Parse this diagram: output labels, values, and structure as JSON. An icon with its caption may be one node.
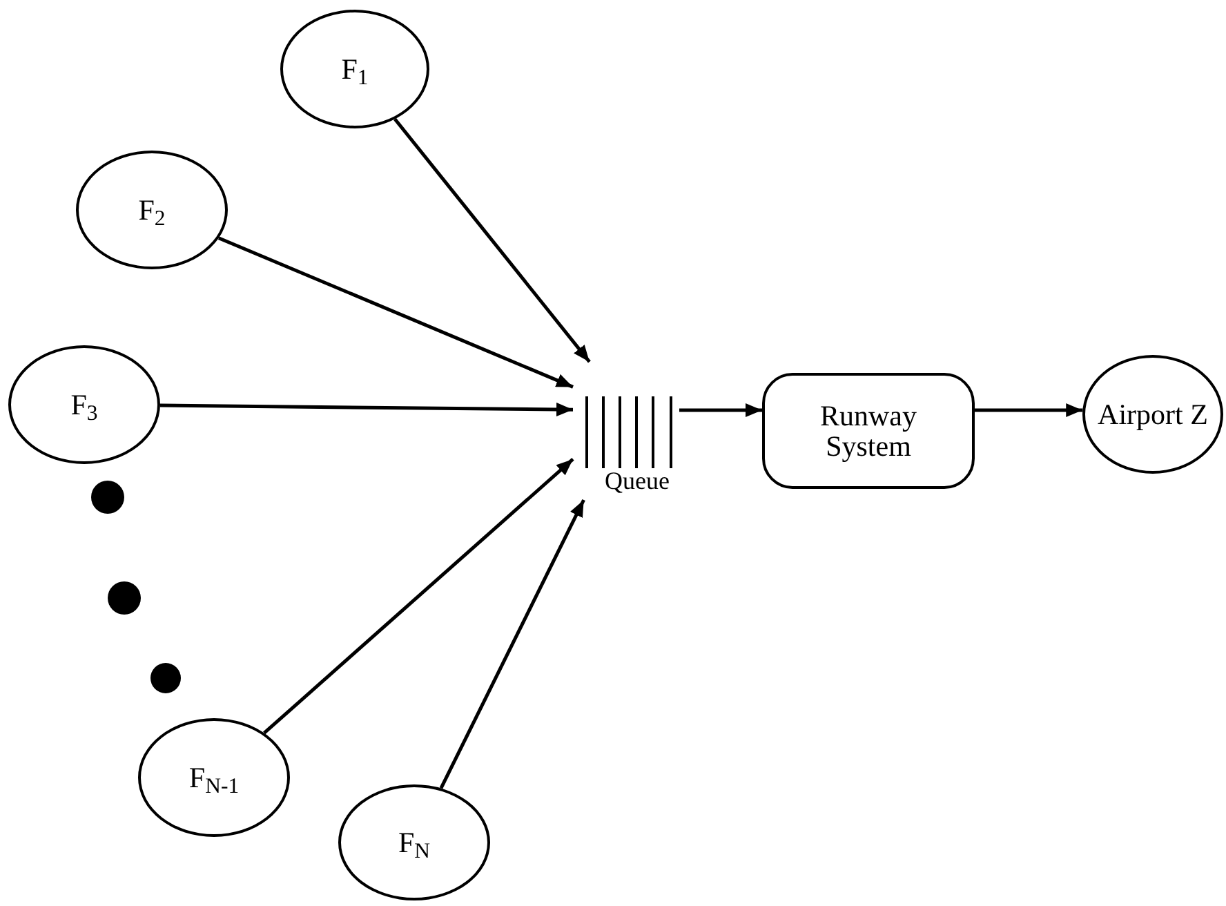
{
  "diagram": {
    "nodes": [
      {
        "text": [
          "F$_{1}$"
        ]
      },
      {
        "text": [
          "F$_{2}$"
        ]
      },
      {
        "text": [
          "F$_{3}$"
        ]
      },
      {
        "text": [
          "F$_{N-1}$"
        ]
      },
      {
        "text": [
          "F$_{N}$"
        ]
      },
      {
        "text": [
          "Queue"
        ]
      },
      {
        "text": [
          "Runway System"
        ]
      },
      {
        "text": [
          "Airport Z"
        ]
      }
    ],
    "edges": [
      {
        "from": 0,
        "to": 5,
        "arrow": "to"
      },
      {
        "from": 1,
        "to": 5,
        "arrow": "to"
      },
      {
        "from": 2,
        "to": 5,
        "arrow": "to"
      },
      {
        "from": 3,
        "to": 5,
        "arrow": "to"
      },
      {
        "from": 4,
        "to": 5,
        "arrow": "to"
      },
      {
        "from": 5,
        "to": 6,
        "arrow": "to"
      },
      {
        "from": 6,
        "to": 7,
        "arrow": "to"
      }
    ]
  }
}
